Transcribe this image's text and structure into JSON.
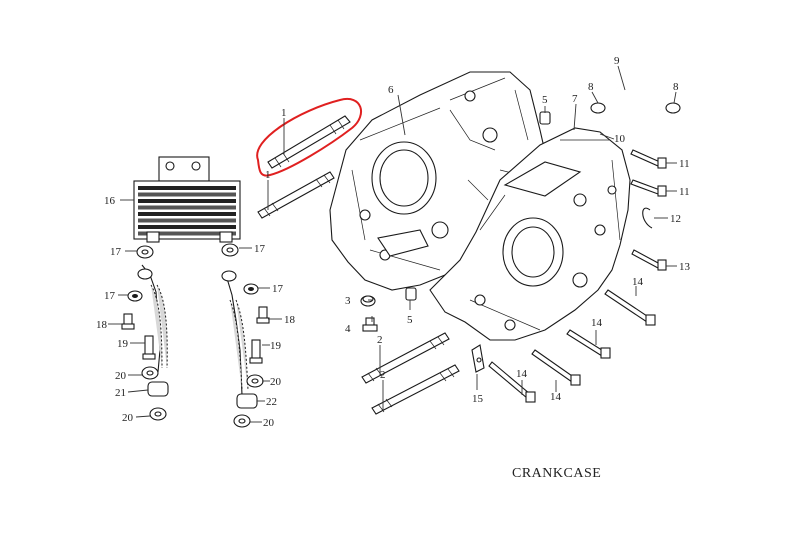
{
  "diagram": {
    "caption": "CRANKCASE",
    "highlight_color": "#e02020",
    "labels": {
      "l1a": "1",
      "l1b": "1",
      "l2a": "2",
      "l2b": "2",
      "l3": "3",
      "l4": "4",
      "l5a": "5",
      "l5b": "5",
      "l6": "6",
      "l7": "7",
      "l8a": "8",
      "l8b": "8",
      "l9": "9",
      "l10": "10",
      "l11a": "11",
      "l11b": "11",
      "l12": "12",
      "l13": "13",
      "l14a": "14",
      "l14b": "14",
      "l14c": "14",
      "l14d": "14",
      "l15": "15",
      "l16": "16",
      "l17a": "17",
      "l17b": "17",
      "l17c": "17",
      "l17d": "17",
      "l18a": "18",
      "l18b": "18",
      "l19a": "19",
      "l19b": "19",
      "l20a": "20",
      "l20b": "20",
      "l20c": "20",
      "l20d": "20",
      "l21": "21",
      "l22": "22"
    }
  }
}
